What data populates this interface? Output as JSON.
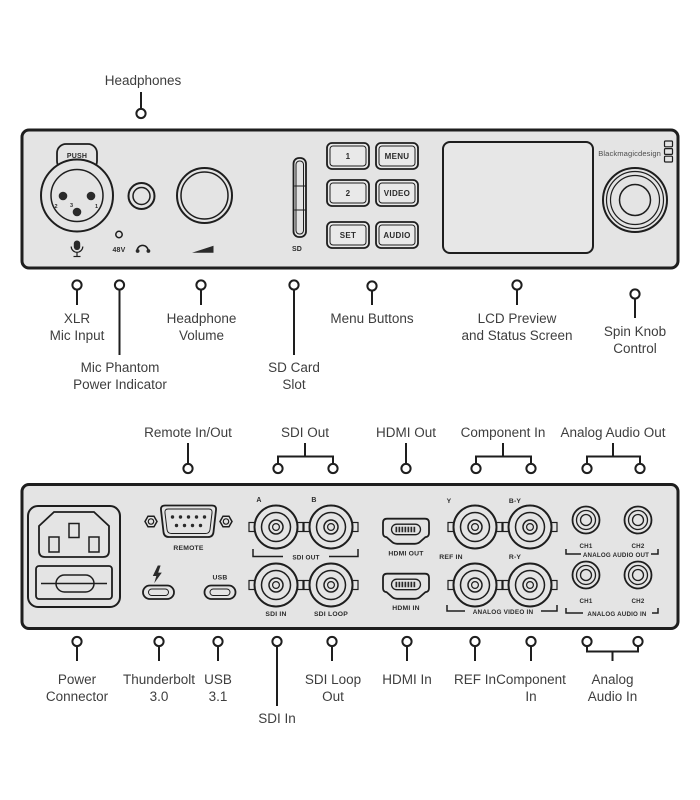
{
  "colors": {
    "background": "#ffffff",
    "panel_fill": "#e4e4e4",
    "panel_stroke": "#1e1e1e",
    "label_text": "#3e3e3e",
    "panel_label_text": "#2b2b2b"
  },
  "front_panel": {
    "xlr": {
      "push": "PUSH",
      "pin_1": "1",
      "pin_2": "2",
      "pin_3": "3"
    },
    "phantom_label": "48V",
    "sd_label": "SD",
    "buttons": {
      "one": "1",
      "menu": "MENU",
      "two": "2",
      "video": "VIDEO",
      "set": "SET",
      "audio": "AUDIO"
    },
    "brand": "Blackmagicdesign"
  },
  "rear_panel": {
    "remote": "REMOTE",
    "usb": "USB",
    "sdi": {
      "a": "A",
      "b": "B",
      "out": "SDI OUT",
      "in": "SDI IN",
      "loop": "SDI LOOP"
    },
    "hdmi": {
      "out": "HDMI OUT",
      "in": "HDMI IN"
    },
    "component": {
      "y": "Y",
      "b_y": "B-Y",
      "r_y": "R-Y",
      "ref_in": "REF IN",
      "group": "ANALOG VIDEO IN"
    },
    "audio": {
      "ch1": "CH1",
      "ch2": "CH2",
      "out_group": "ANALOG AUDIO OUT",
      "in_group": "ANALOG AUDIO IN"
    }
  },
  "callouts": {
    "front": {
      "headphones": "Headphones",
      "xlr_mic_input": [
        "XLR",
        "Mic Input"
      ],
      "mic_phantom": [
        "Mic Phantom",
        "Power Indicator"
      ],
      "headphone_volume": [
        "Headphone",
        "Volume"
      ],
      "sd_card_slot": [
        "SD Card",
        "Slot"
      ],
      "menu_buttons": "Menu Buttons",
      "lcd_preview": [
        "LCD Preview",
        "and Status Screen"
      ],
      "spin_knob": [
        "Spin Knob",
        "Control"
      ]
    },
    "rear_top": {
      "remote": "Remote In/Out",
      "sdi_out": "SDI Out",
      "hdmi_out": "HDMI Out",
      "component_in": "Component In",
      "analog_audio_out": "Analog Audio Out"
    },
    "rear_bottom": {
      "power": [
        "Power",
        "Connector"
      ],
      "thunderbolt": [
        "Thunderbolt",
        "3.0"
      ],
      "usb": [
        "USB",
        "3.1"
      ],
      "sdi_in": "SDI In",
      "sdi_loop": [
        "SDI Loop",
        "Out"
      ],
      "hdmi_in": "HDMI In",
      "ref_in": "REF In",
      "component_in": [
        "Component",
        "In"
      ],
      "analog_audio_in": [
        "Analog",
        "Audio In"
      ]
    }
  }
}
